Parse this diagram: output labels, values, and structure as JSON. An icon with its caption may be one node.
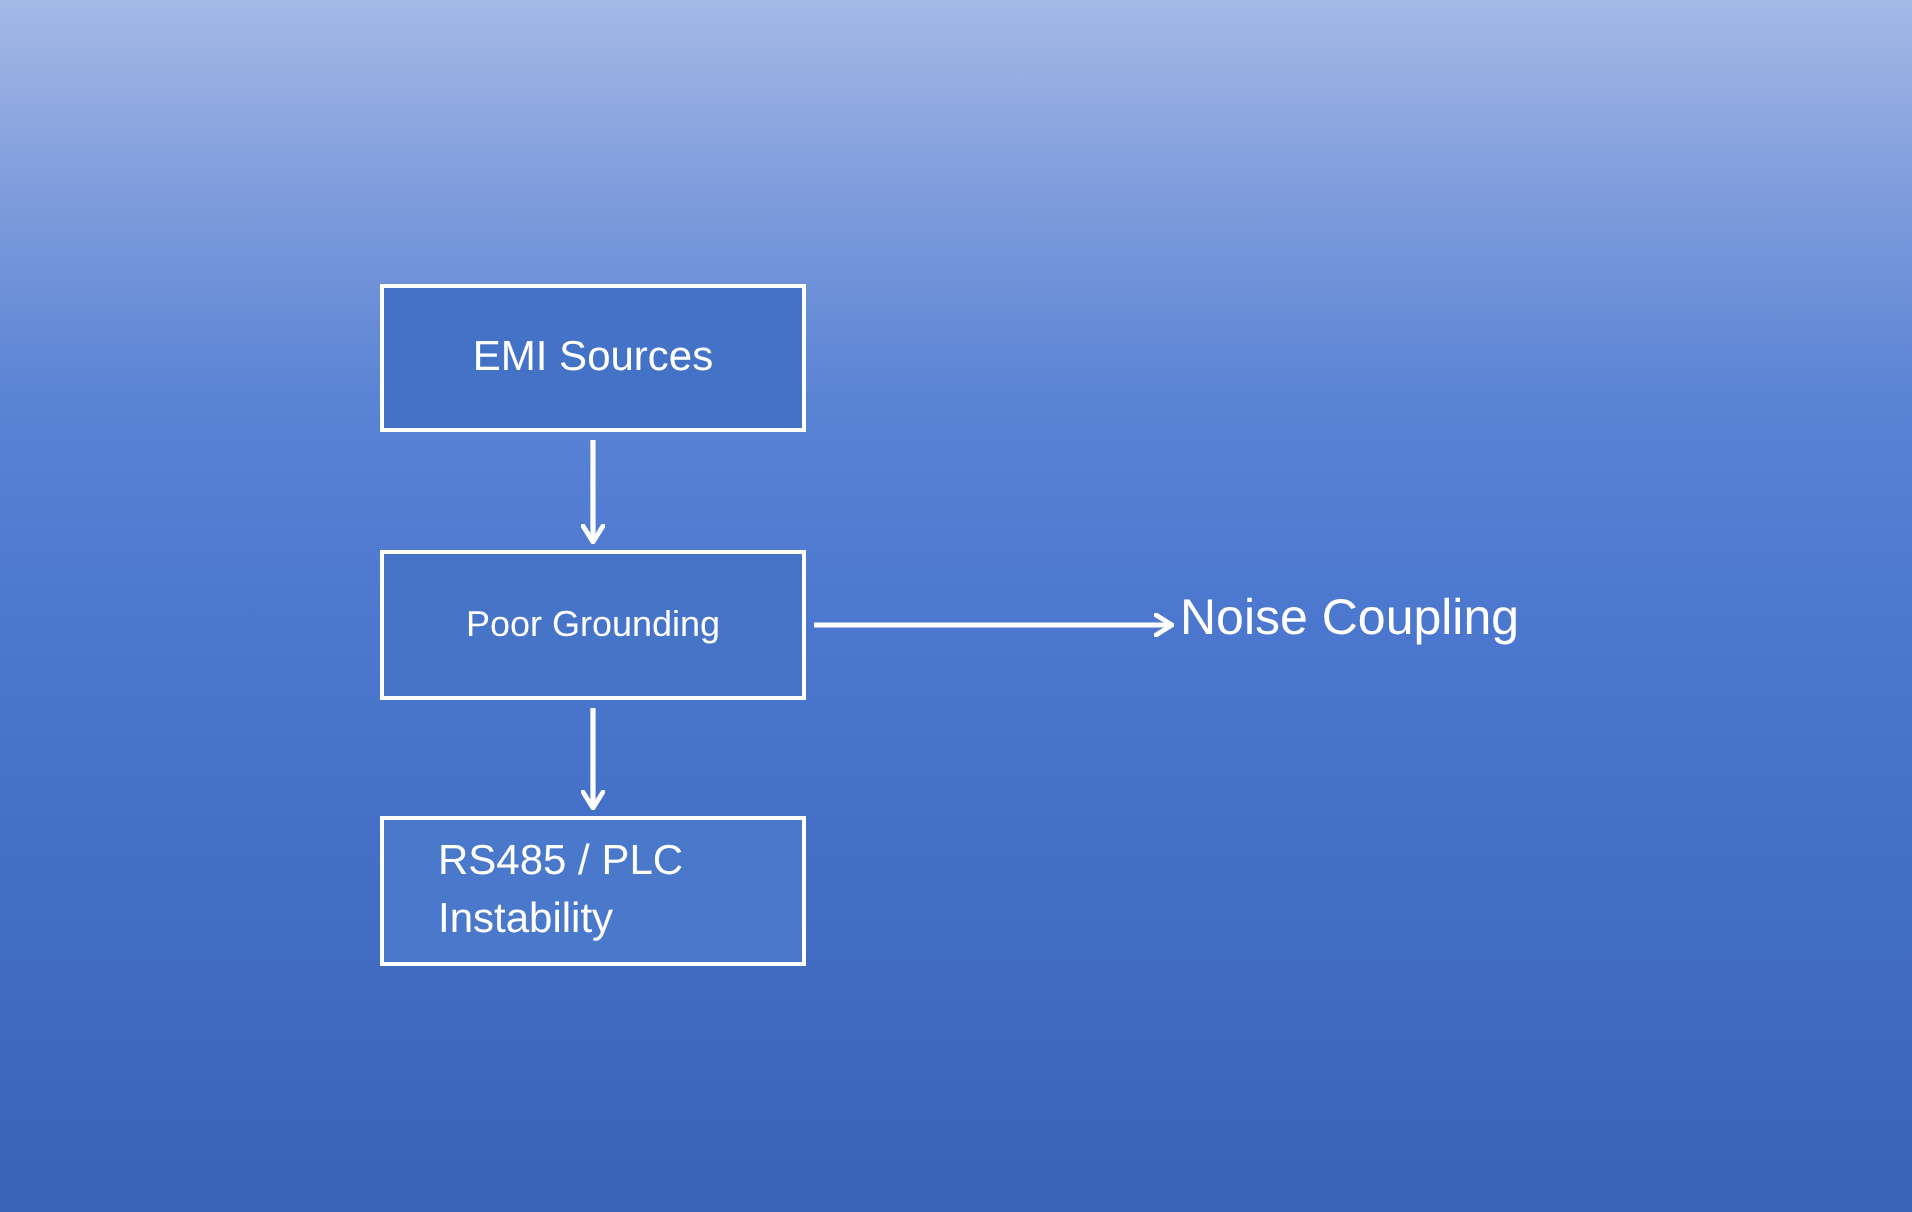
{
  "diagram": {
    "nodes": [
      {
        "text": [
          "EMI Sources"
        ]
      },
      {
        "text": [
          "Poor Grounding"
        ]
      },
      {
        "text": [
          "RS485 / PLC Instability"
        ]
      },
      {
        "text": [
          "Noise Coupling"
        ]
      }
    ],
    "edges": [
      {
        "from": 0,
        "to": 1,
        "arrow": "to"
      },
      {
        "from": 1,
        "to": 2,
        "arrow": "to"
      },
      {
        "from": 1,
        "to": 3,
        "arrow": "to"
      }
    ]
  }
}
